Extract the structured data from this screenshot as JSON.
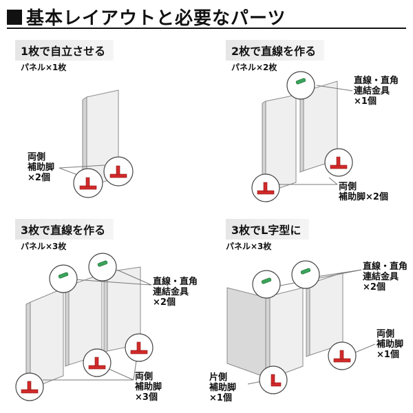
{
  "title": "基本レイアウトと必要なパーツ",
  "sections": [
    {
      "heading": "1枚で自立させる",
      "sub": "パネル×1枚",
      "callouts": [
        {
          "lines": [
            "両側",
            "補助脚",
            "×2個"
          ]
        }
      ]
    },
    {
      "heading": "2枚で直線を作る",
      "sub": "パネル×2枚",
      "callouts": [
        {
          "lines": [
            "直線・直角",
            "連結金具",
            "×1個"
          ]
        },
        {
          "lines": [
            "両側",
            "補助脚×2個"
          ]
        }
      ]
    },
    {
      "heading": "3枚で直線を作る",
      "sub": "パネル×3枚",
      "callouts": [
        {
          "lines": [
            "直線・直角",
            "連結金具",
            "×2個"
          ]
        },
        {
          "lines": [
            "両側",
            "補助脚",
            "×3個"
          ]
        }
      ]
    },
    {
      "heading": "3枚でL字型に",
      "sub": "パネル×3枚",
      "callouts": [
        {
          "lines": [
            "直線・直角",
            "連結金具",
            "×2個"
          ]
        },
        {
          "lines": [
            "両側",
            "補助脚",
            "×1個"
          ]
        },
        {
          "lines": [
            "片側",
            "補助脚",
            "×1個"
          ]
        }
      ]
    }
  ],
  "colors": {
    "foot": "#d22a2a",
    "connector": "#3aa35a",
    "panel": "#efefef",
    "heading_bg": "#e6e6e6"
  }
}
